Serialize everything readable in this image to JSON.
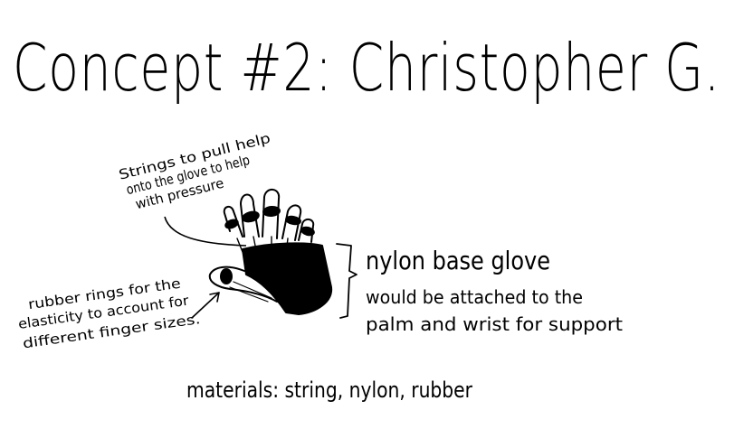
{
  "title": "Concept #2: Christopher G.",
  "annotations": {
    "strings": [
      "Strings to pull help",
      "onto the glove to help",
      "with pressure"
    ],
    "rubber": [
      "rubber rings for the",
      "elasticity to account for",
      "different finger sizes."
    ],
    "glove_title": "nylon base glove",
    "glove_desc": [
      "would be attached to the",
      "palm and wrist for support"
    ]
  },
  "materials": "materials: string, nylon, rubber",
  "colors": {
    "ink": "#000000",
    "paper": "#ffffff"
  }
}
